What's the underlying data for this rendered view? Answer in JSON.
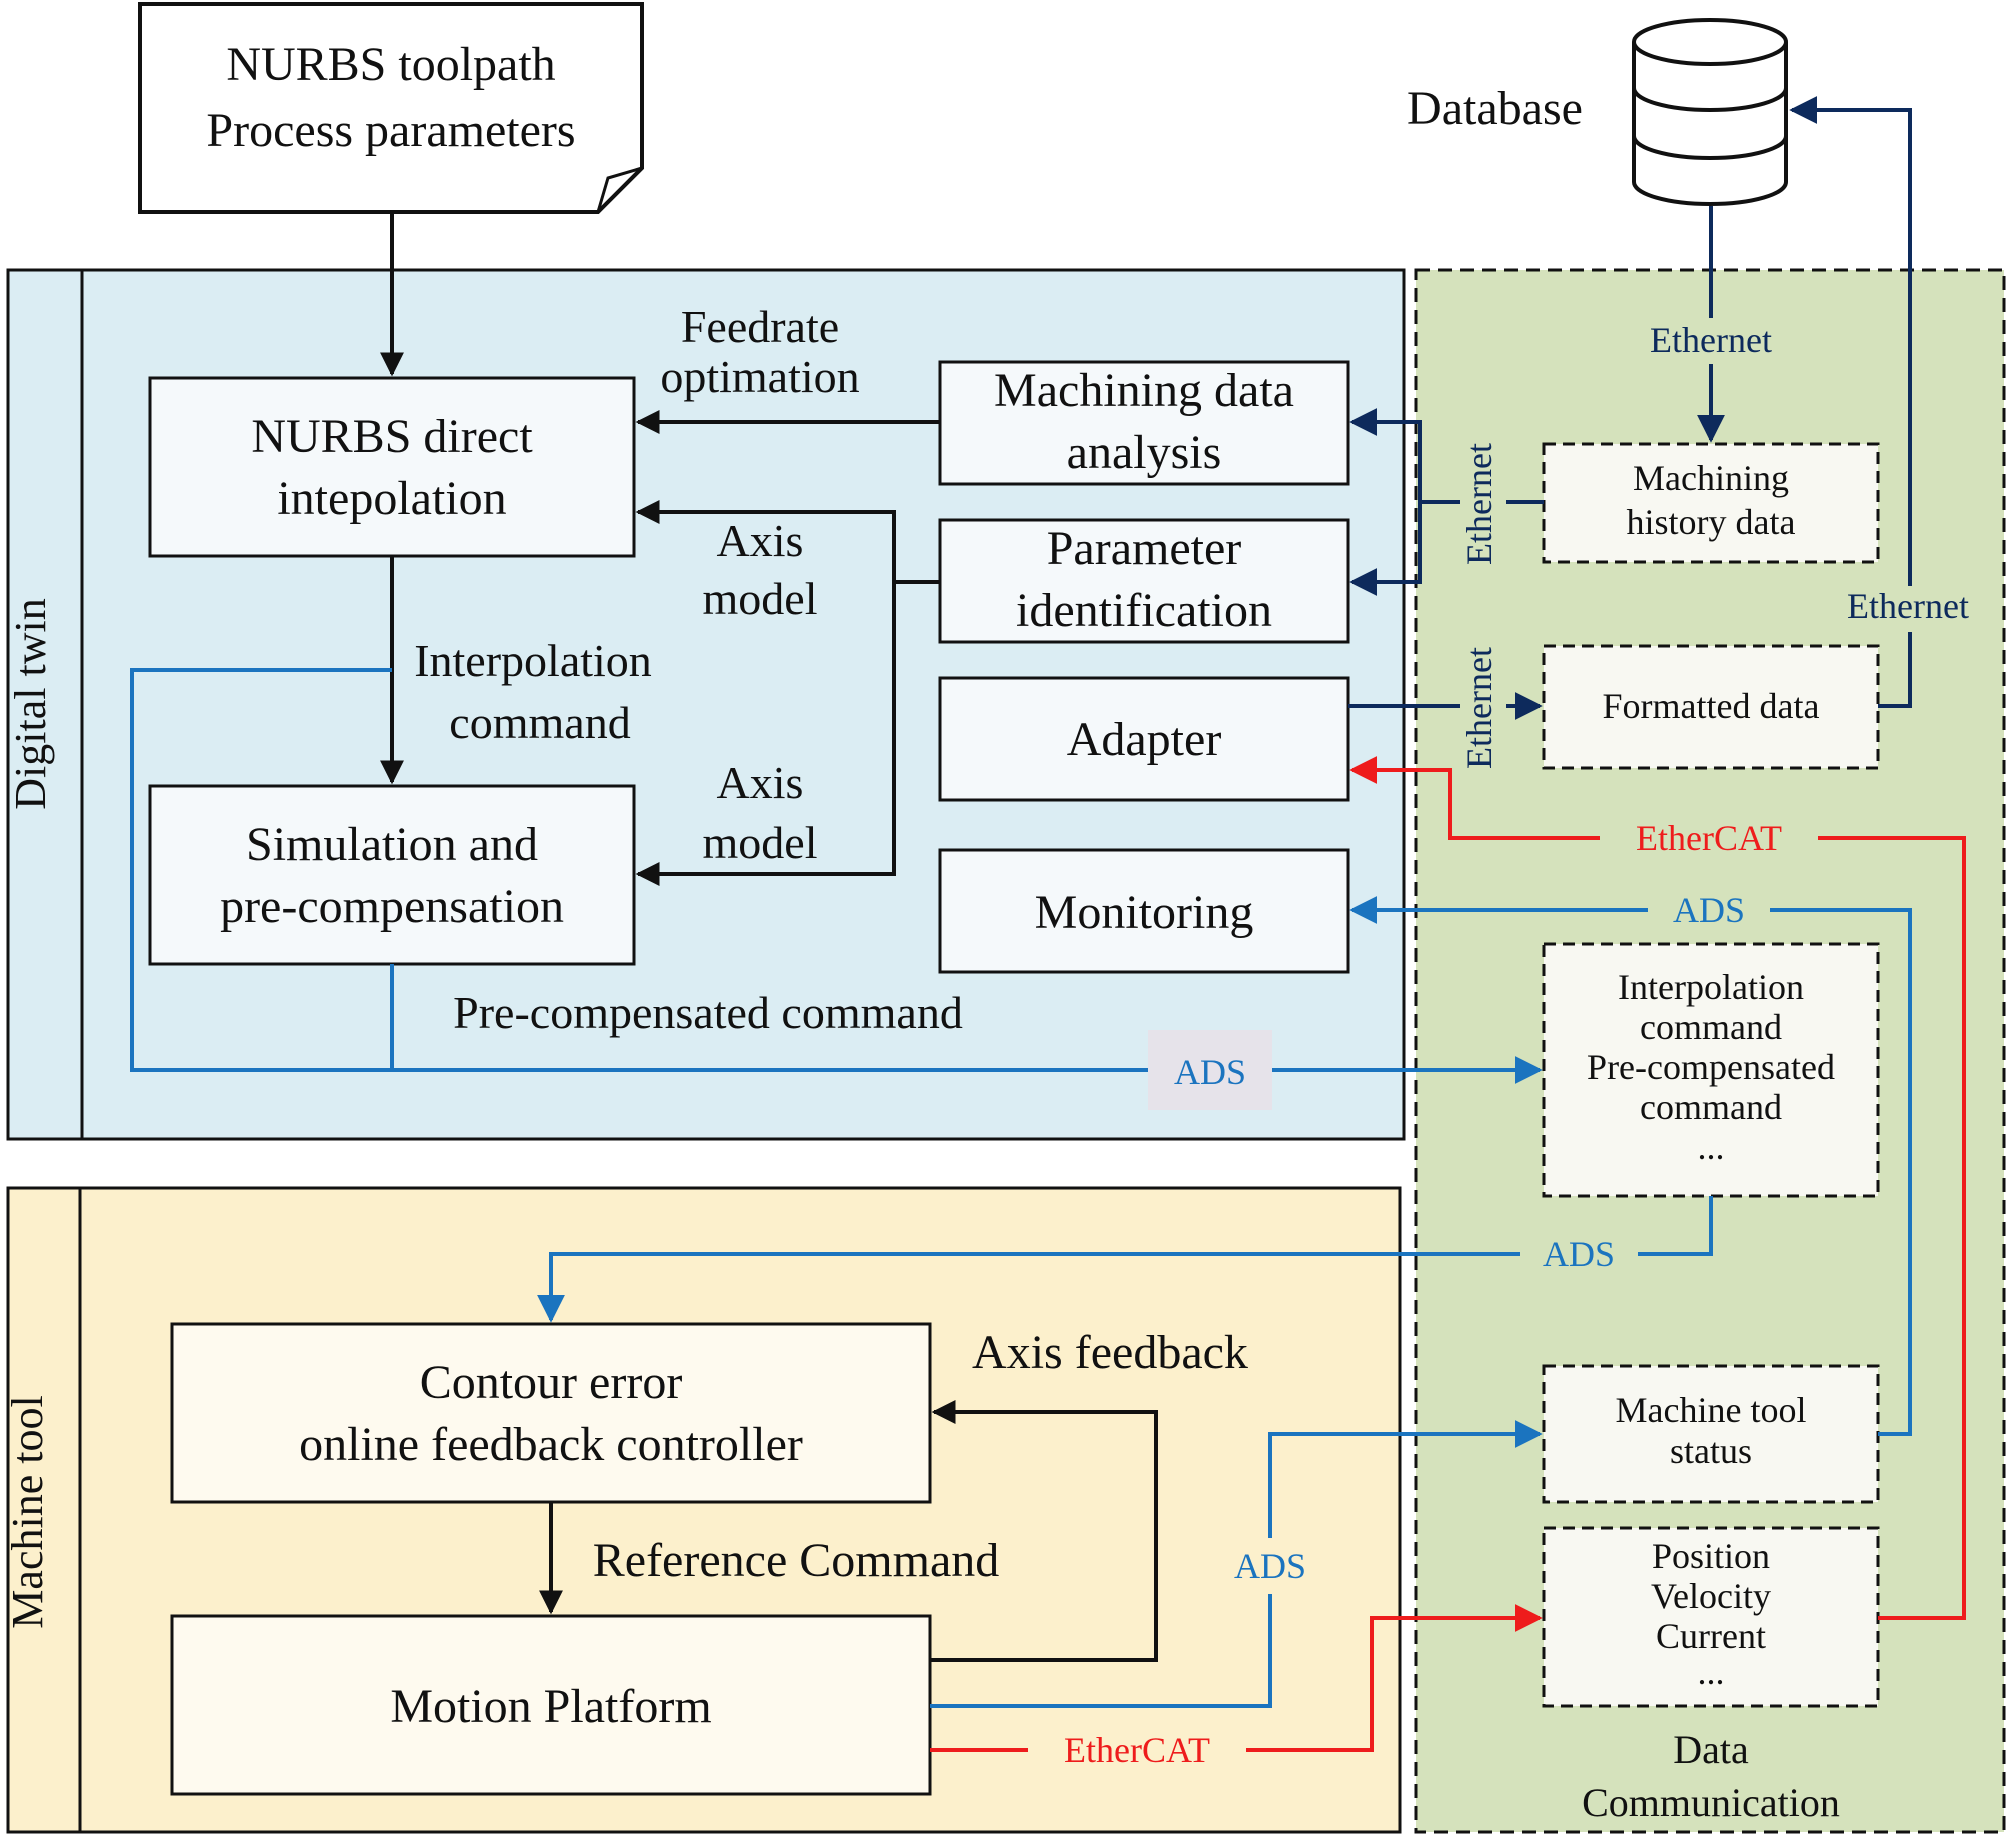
{
  "input_doc": {
    "line1": "NURBS toolpath",
    "line2": "Process parameters"
  },
  "database": {
    "label": "Database"
  },
  "digital_twin": {
    "label": "Digital twin",
    "nurbs_interp": {
      "line1": "NURBS direct",
      "line2": "intepolation"
    },
    "simulation": {
      "line1": "Simulation and",
      "line2": "pre-compensation"
    },
    "machining_analysis": {
      "line1": "Machining data",
      "line2": "analysis"
    },
    "param_ident": {
      "line1": "Parameter",
      "line2": "identification"
    },
    "adapter": {
      "label": "Adapter"
    },
    "monitoring": {
      "label": "Monitoring"
    },
    "feedrate": {
      "line1": "Feedrate",
      "line2": "optimation"
    },
    "axis_model_1": {
      "line1": "Axis",
      "line2": "model"
    },
    "axis_model_2": {
      "line1": "Axis",
      "line2": "model"
    },
    "interp_command": {
      "line1": "Interpolation",
      "line2": "command"
    },
    "precomp_command": "Pre-compensated command"
  },
  "machine_tool": {
    "label": "Machine tool",
    "controller": {
      "line1": "Contour error",
      "line2": "online feedback controller"
    },
    "motion_platform": {
      "label": "Motion Platform"
    },
    "axis_feedback": "Axis feedback",
    "reference_command": "Reference Command"
  },
  "data_comm": {
    "label": {
      "line1": "Data",
      "line2": "Communication"
    },
    "history": {
      "line1": "Machining",
      "line2": "history data"
    },
    "formatted": {
      "label": "Formatted data"
    },
    "commands": {
      "line1": "Interpolation",
      "line2": "command",
      "line3": "Pre-compensated",
      "line4": "command",
      "line5": "..."
    },
    "status": {
      "line1": "Machine tool",
      "line2": "status"
    },
    "signals": {
      "line1": "Position",
      "line2": "Velocity",
      "line3": "Current",
      "line4": "..."
    }
  },
  "links": {
    "ethernet_db_down": "Ethernet",
    "ethernet_history_left": "Ethernet",
    "ethernet_adapter_right": "Ethernet",
    "ethernet_to_db": "Ethernet",
    "ethercat_adapter": "EtherCAT",
    "ads_monitoring": "ADS",
    "ads_dt_to_comm": "ADS",
    "ads_comm_to_controller": "ADS",
    "ads_platform_status": "ADS",
    "ethercat_platform": "EtherCAT"
  },
  "colors": {
    "digital_twin_bg": "#dbedf3",
    "machine_tool_bg": "#fcf0cc",
    "data_comm_bg": "#d5e2bc",
    "ethernet": "#0d2a5c",
    "ads": "#1b74bf",
    "ethercat": "#ee1c1c",
    "control": "#111111"
  }
}
